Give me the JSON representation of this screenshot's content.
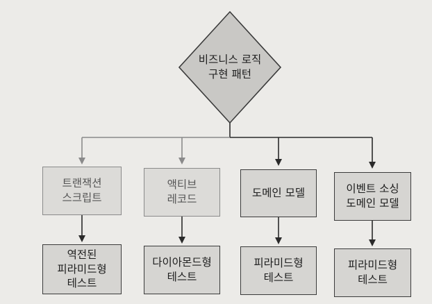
{
  "root": {
    "label": "비즈니스 로직\n구현 패턴"
  },
  "patterns": [
    {
      "label": "트랜잭션\n스크립트",
      "test": "역전된\n피라미드형\n테스트",
      "faded": true
    },
    {
      "label": "액티브\n레코드",
      "test": "다이아몬드형\n테스트",
      "faded": true
    },
    {
      "label": "도메인 모델",
      "test": "피라미드형\n테스트",
      "faded": false
    },
    {
      "label": "이벤트 소싱\n도메인 모델",
      "test": "피라미드형\n테스트",
      "faded": false
    }
  ]
}
